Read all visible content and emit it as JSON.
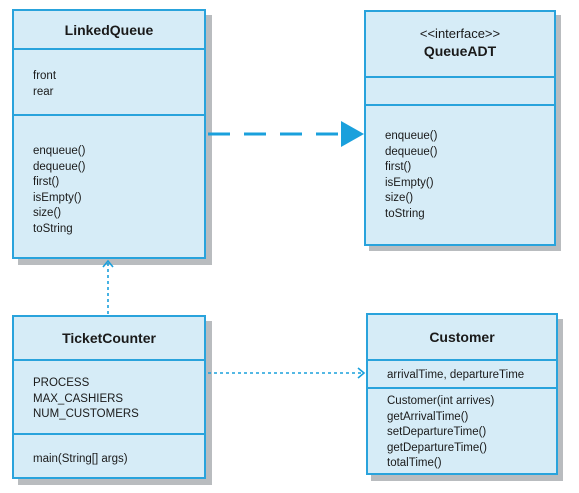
{
  "classes": {
    "linked_queue": {
      "name": "LinkedQueue",
      "attributes": [
        "front",
        "rear"
      ],
      "methods": [
        "enqueue()",
        "dequeue()",
        "first()",
        "isEmpty()",
        "size()",
        "toString"
      ]
    },
    "queue_adt": {
      "stereotype": "<<interface>>",
      "name": "QueueADT",
      "attributes": [],
      "methods": [
        "enqueue()",
        "dequeue()",
        "first()",
        "isEmpty()",
        "size()",
        "toString"
      ]
    },
    "ticket_counter": {
      "name": "TicketCounter",
      "attributes": [
        "PROCESS",
        "MAX_CASHIERS",
        "NUM_CUSTOMERS"
      ],
      "methods": [
        "main(String[] args)"
      ]
    },
    "customer": {
      "name": "Customer",
      "attributes": [
        "arrivalTime, departureTime"
      ],
      "methods": [
        "Customer(int arrives)",
        "getArrivalTime()",
        "setDepartureTime()",
        "getDepartureTime()",
        "totalTime()"
      ]
    }
  },
  "colors": {
    "box_fill": "#d6ecf7",
    "box_border": "#29a3dc",
    "arrow": "#1aa0dc",
    "shadow": "#b9bcbf"
  }
}
